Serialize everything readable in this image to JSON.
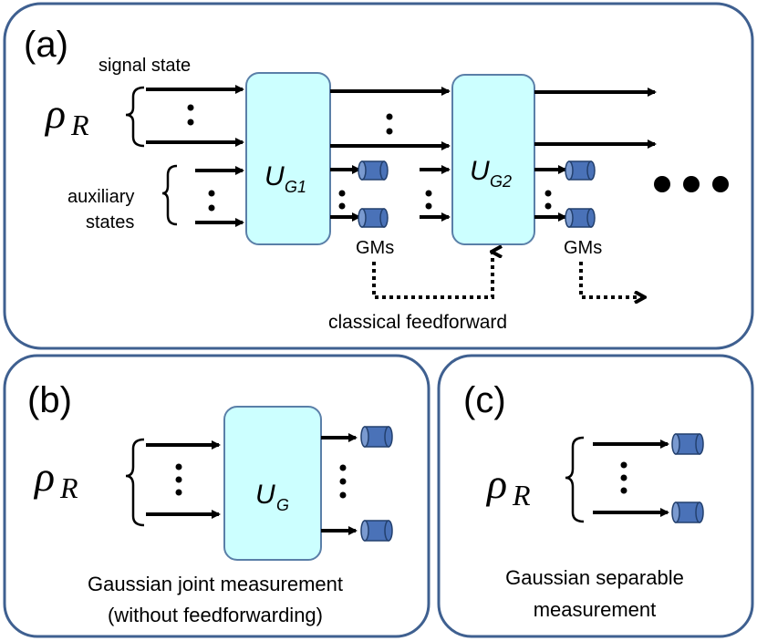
{
  "panel_a": {
    "label": "(a)",
    "signal_label": "signal state",
    "rho": "ρ",
    "rho_sub": "R",
    "aux_label_1": "auxiliary",
    "aux_label_2": "states",
    "gate1_main": "U",
    "gate1_sub": "G1",
    "gate2_main": "U",
    "gate2_sub": "G2",
    "gms1": "GMs",
    "gms2": "GMs",
    "feedforward": "classical feedforward"
  },
  "panel_b": {
    "label": "(b)",
    "rho": "ρ",
    "rho_sub": "R",
    "gate_main": "U",
    "gate_sub": "G",
    "caption_1": "Gaussian joint measurement",
    "caption_2": "(without feedforwarding)"
  },
  "panel_c": {
    "label": "(c)",
    "rho": "ρ",
    "rho_sub": "R",
    "caption_1": "Gaussian separable",
    "caption_2": "measurement"
  },
  "colors": {
    "panel_border": "#3f6090",
    "gate_fill": "#ccffff",
    "gate_stroke": "#5a7fa8",
    "detector_fill": "#4a72b8",
    "detector_stroke": "#23406e"
  }
}
